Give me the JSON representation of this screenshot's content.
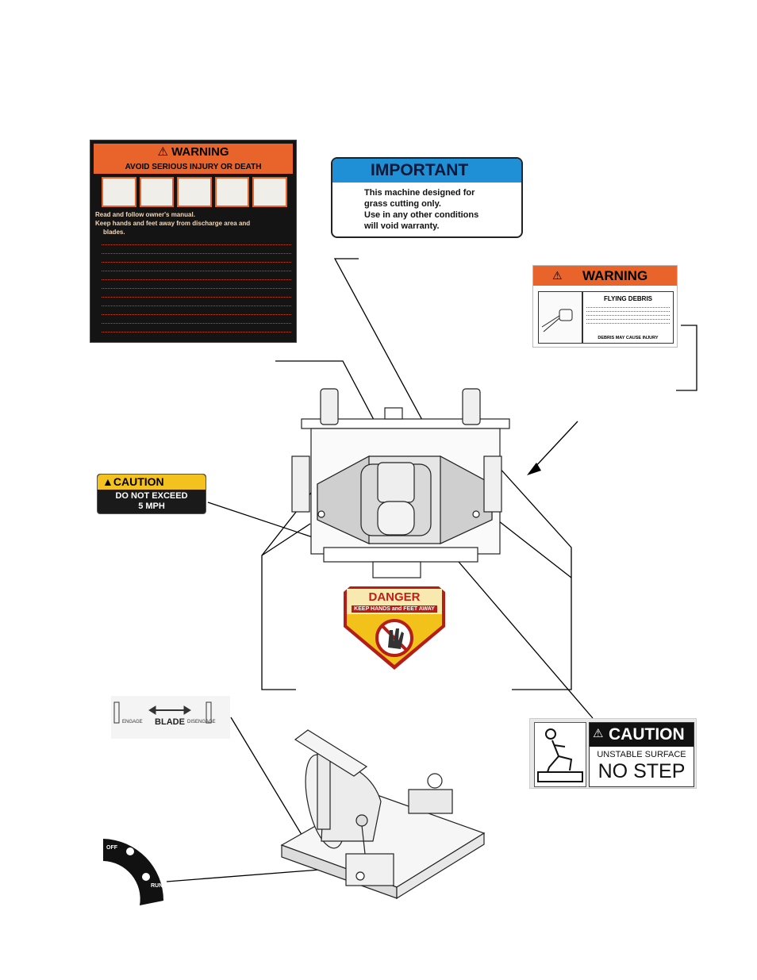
{
  "warning_main": {
    "header": "WARNING",
    "subheader": "AVOID SERIOUS INJURY OR DEATH",
    "bullets": [
      "Read and follow owner's manual.",
      "Keep hands and feet away from discharge area and",
      "blades."
    ]
  },
  "important": {
    "header": "IMPORTANT",
    "lines": [
      "This machine designed for",
      "grass cutting only.",
      "Use in any other conditions",
      "will void warranty."
    ]
  },
  "debris_warning": {
    "header": "WARNING",
    "title": "FLYING DEBRIS",
    "footer": "DEBRIS MAY CAUSE INJURY"
  },
  "caution_speed": {
    "header": "CAUTION",
    "line1": "DO NOT EXCEED",
    "line2": "5 MPH"
  },
  "danger": {
    "title": "DANGER",
    "subtitle": "KEEP HANDS and FEET AWAY"
  },
  "blade_decal": {
    "left": "ENGAGE",
    "word": "BLADE",
    "right": "DISENGAGE"
  },
  "no_step": {
    "header": "CAUTION",
    "line1": "UNSTABLE SURFACE",
    "line2": "NO STEP"
  },
  "dial": {
    "off": "OFF",
    "run": "RUN"
  }
}
